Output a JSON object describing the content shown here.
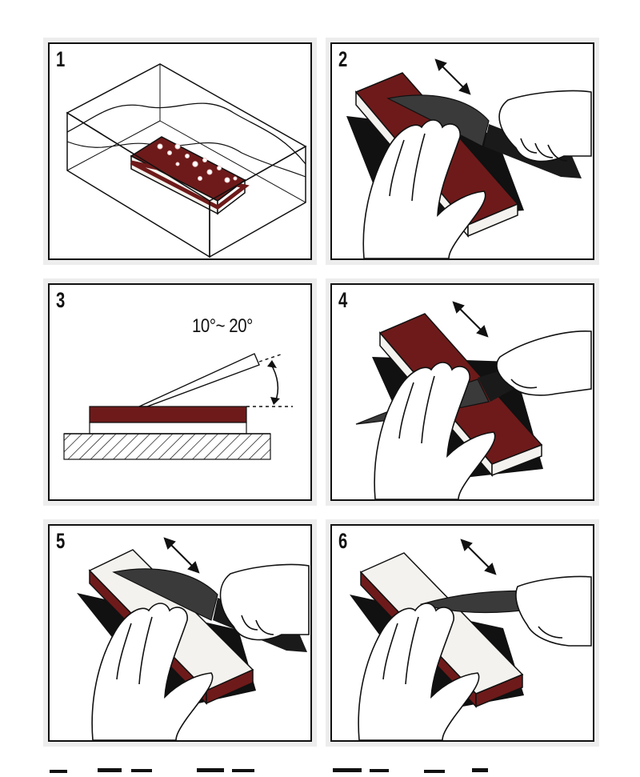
{
  "panels": [
    {
      "number": "1"
    },
    {
      "number": "2"
    },
    {
      "number": "3",
      "angle_label": "10°~ 20°"
    },
    {
      "number": "4"
    },
    {
      "number": "5"
    },
    {
      "number": "6"
    }
  ],
  "colors": {
    "coarse_side": "#6e1a1a",
    "fine_side": "#f4f2ee",
    "outline": "#111111",
    "blade": "#3a3a3a",
    "frame_shadow": "#ededed"
  },
  "icons": [
    "water-bath-icon",
    "whetstone-icon",
    "knife-icon",
    "hand-icon",
    "double-arrow-icon",
    "angle-arc-icon"
  ]
}
